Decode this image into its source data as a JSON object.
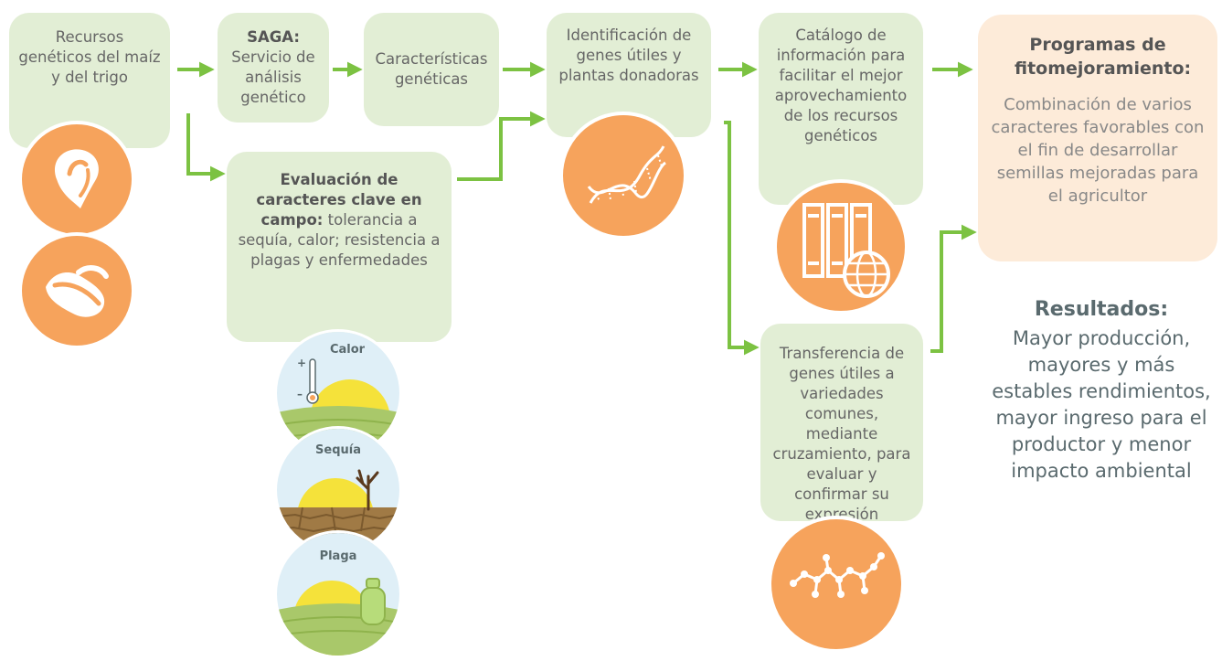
{
  "boxes": {
    "recursos": {
      "text": "Recursos genéticos del maíz y del trigo"
    },
    "saga": {
      "title": "SAGA:",
      "text": "Servicio de análisis genético"
    },
    "caracteristicas": {
      "text": "Características genéticas"
    },
    "identificacion": {
      "text": "Identificación de genes útiles y plantas donadoras"
    },
    "catalogo": {
      "text": "Catálogo de información para facilitar el mejor aprovechamiento de los recursos genéticos"
    },
    "evaluacion": {
      "title": "Evaluación de caracteres clave en",
      "title_end": "campo:",
      "text": "tolerancia a sequía, calor; resistencia a plagas y enfermedades"
    },
    "transferencia": {
      "text": "Transferencia de genes útiles a variedades comunes, mediante cruzamiento, para evaluar y confirmar su expresión"
    }
  },
  "programas": {
    "title": "Programas de fitomejoramiento:",
    "text": "Combinación de varios caracteres favorables con el fin de desarrollar semillas mejoradas para el agricultor"
  },
  "resultados": {
    "title": "Resultados:",
    "text": "Mayor producción, mayores y más estables rendimientos, mayor ingreso para el productor y menor impacto ambiental"
  },
  "scenes": {
    "calor": "Calor",
    "calor_plus": "+",
    "calor_minus": "–",
    "sequia": "Sequía",
    "plaga": "Plaga"
  },
  "icons": [
    "maize-kernel-icon",
    "wheat-grain-icon",
    "dna-icon",
    "books-globe-icon",
    "molecule-icon"
  ],
  "colors": {
    "box_green": "#e2eed5",
    "arrow_green": "#7cc242",
    "orange": "#f6a35c",
    "program_peach": "#fdebd9",
    "result_text": "#5a6a6e"
  }
}
